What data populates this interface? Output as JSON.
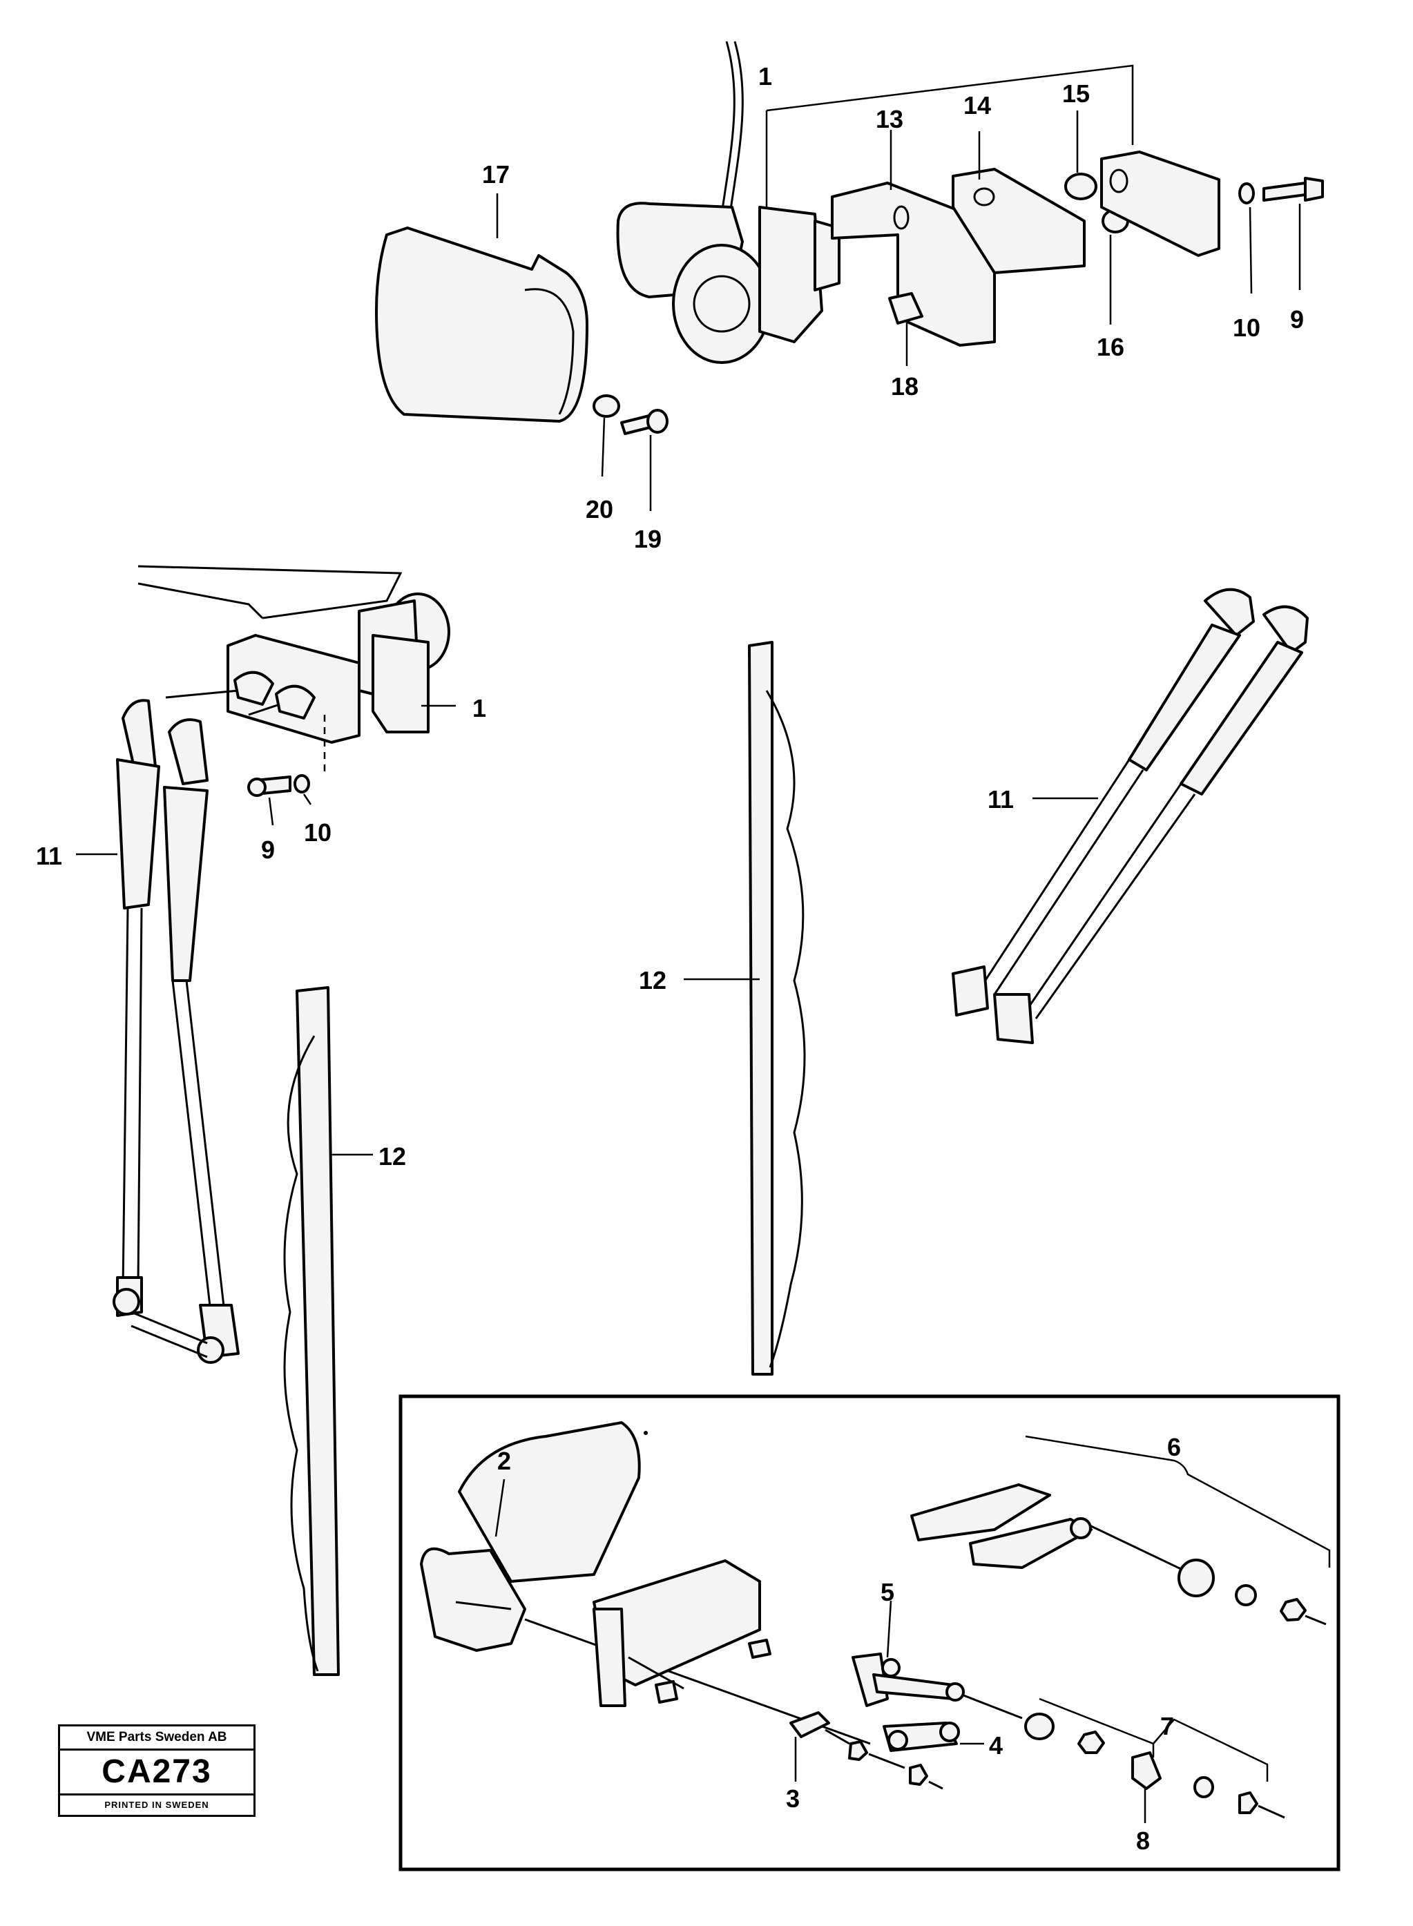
{
  "labels": {
    "top_1": "1",
    "top_13": "13",
    "top_14": "14",
    "top_15": "15",
    "top_17": "17",
    "top_18": "18",
    "top_16": "16",
    "top_10": "10",
    "top_9": "9",
    "top_20": "20",
    "top_19": "19",
    "left_1": "1",
    "left_9": "9",
    "left_10": "10",
    "left_11": "11",
    "left_12": "12",
    "mid_12": "12",
    "right_11": "11",
    "box_2": "2",
    "box_6": "6",
    "box_5": "5",
    "box_4": "4",
    "box_3": "3",
    "box_7": "7",
    "box_8": "8"
  },
  "stamp": {
    "company": "VME Parts Sweden AB",
    "code": "CA273",
    "printed": "PRINTED IN SWEDEN"
  }
}
